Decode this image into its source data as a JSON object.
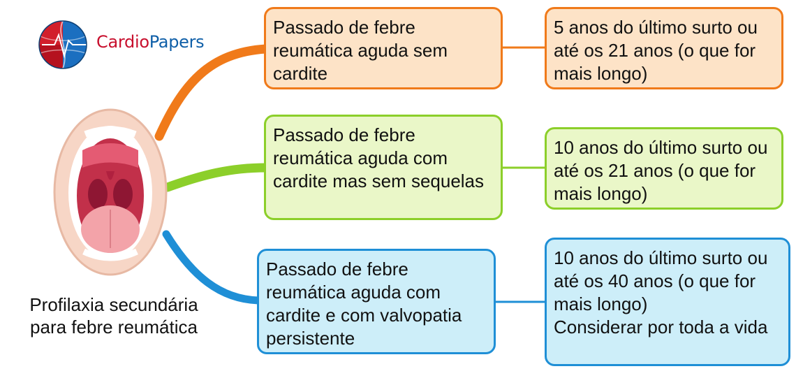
{
  "logo": {
    "part1": "Cardio",
    "part2": "Papers"
  },
  "center_label": "Profilaxia secundária para febre reumática",
  "branches": [
    {
      "color": "#f07a1a",
      "condition": "Passado de febre reumática aguda sem cardite",
      "duration": "5 anos do último surto ou até os 21 anos (o que for mais longo)"
    },
    {
      "color": "#8ccf2a",
      "condition": "Passado de febre reumática aguda com cardite mas sem sequelas",
      "duration": "10 anos do último surto ou até os 21 anos (o que for mais longo)"
    },
    {
      "color": "#1f8fd6",
      "condition": "Passado de febre reumática aguda com cardite e com valvopatia persistente",
      "duration": "10 anos do último surto ou até os 40 anos (o que for mais longo)",
      "duration_extra": "Considerar por toda a vida"
    }
  ]
}
